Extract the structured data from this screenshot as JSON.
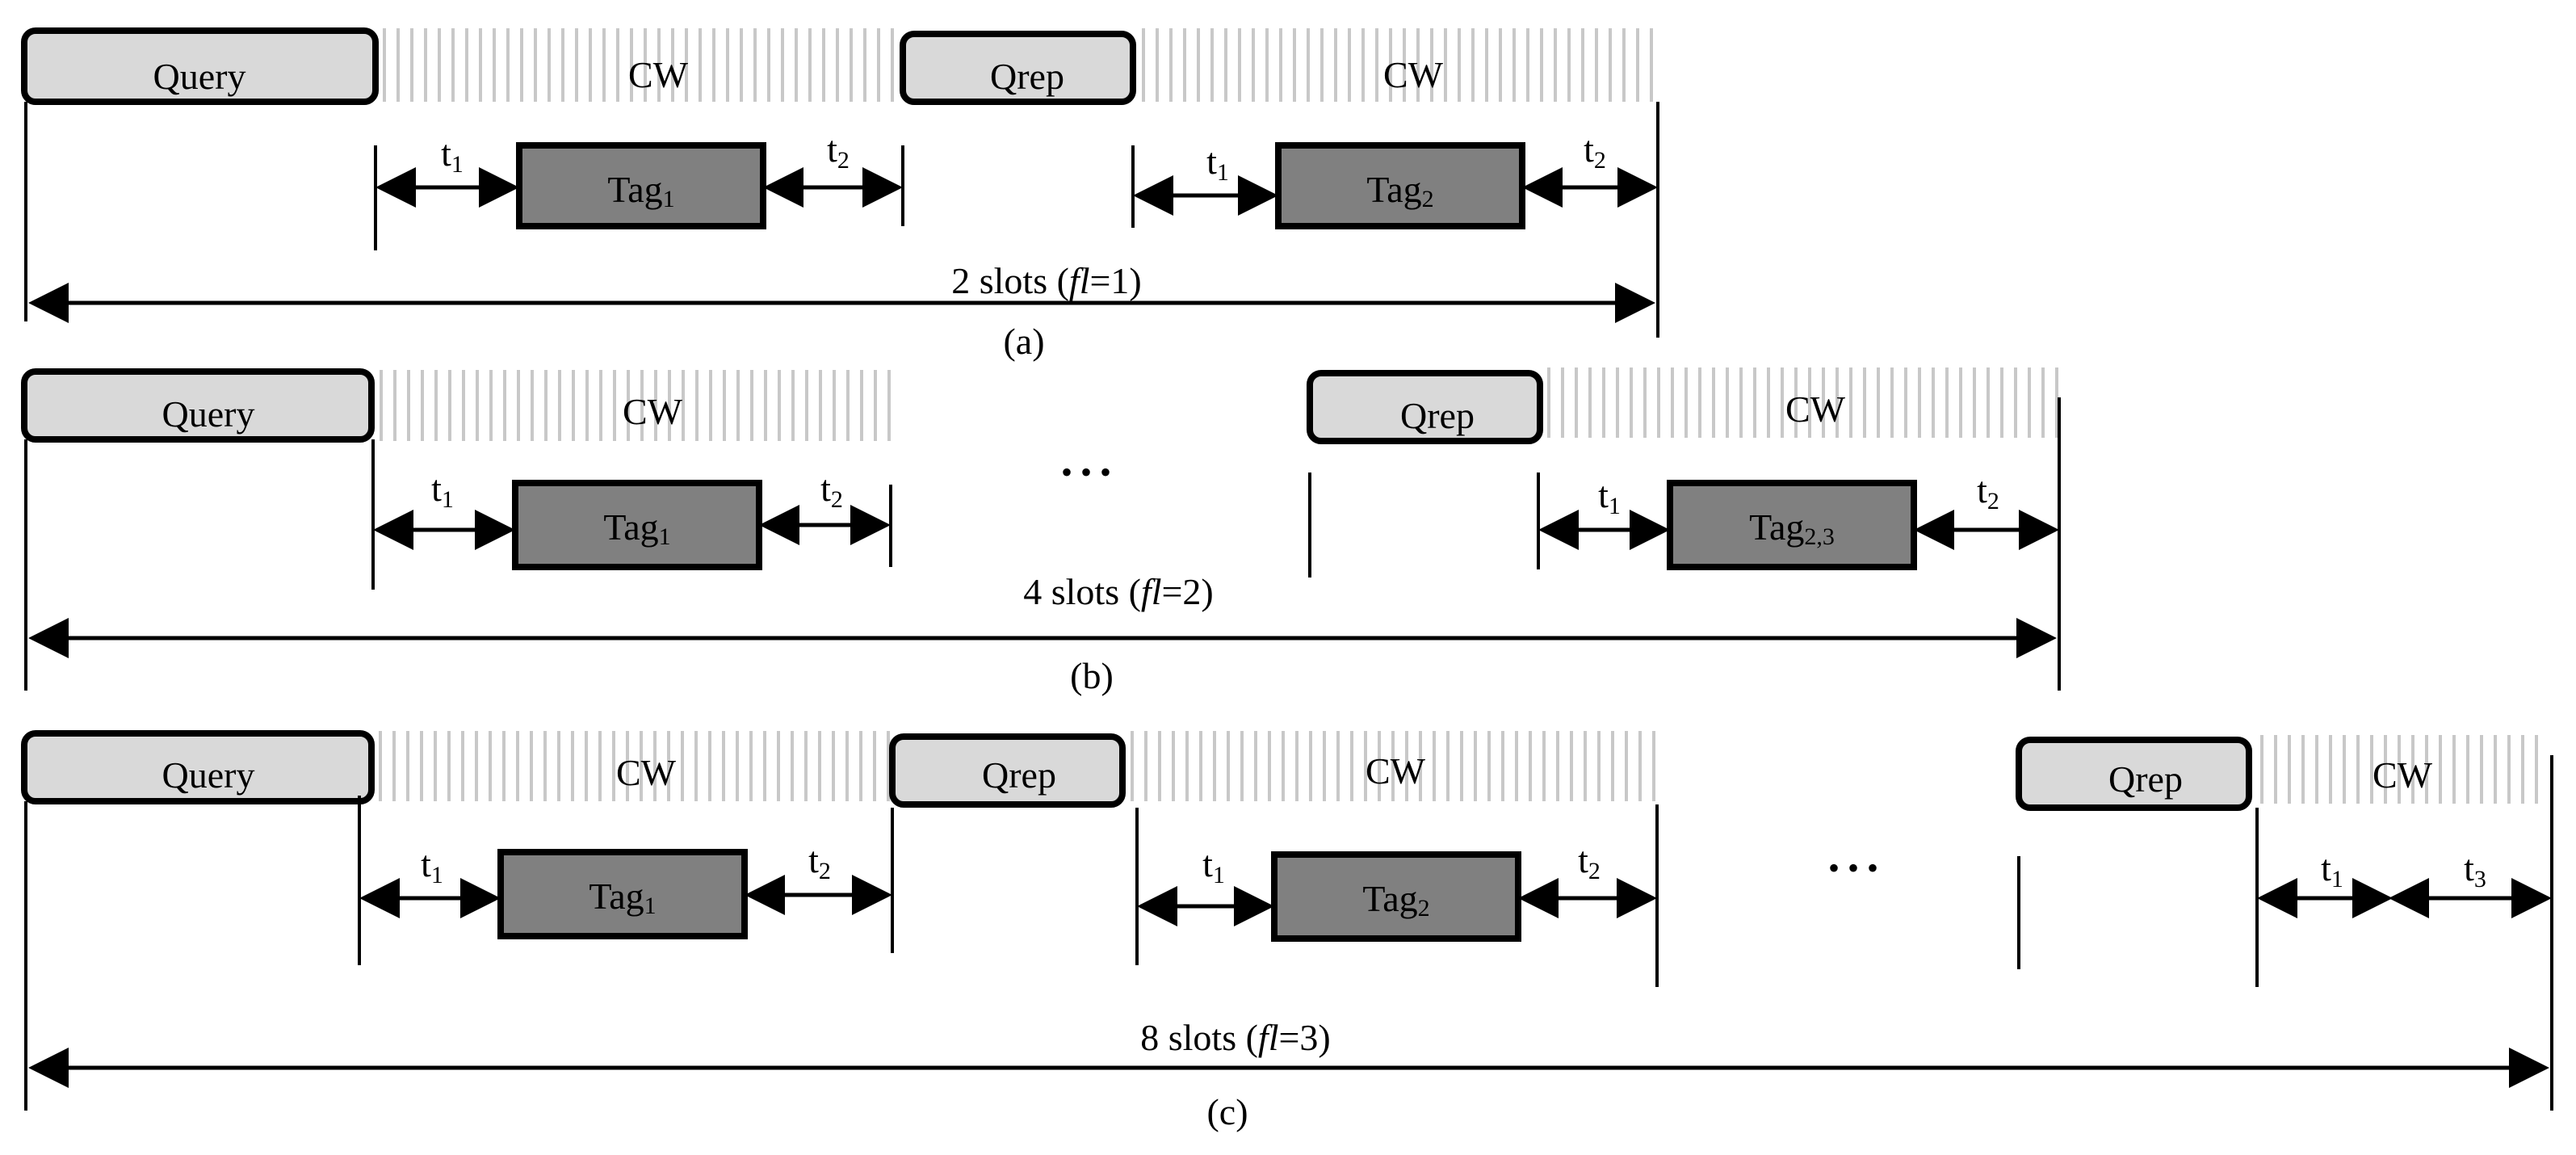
{
  "labels": {
    "query": "Query",
    "qrep": "Qrep",
    "cw": "CW",
    "tag": "Tag",
    "t1": "t",
    "t1_sub": "1",
    "t2": "t",
    "t2_sub": "2",
    "t3": "t",
    "t3_sub": "3",
    "ellipsis": "•••"
  },
  "panels": [
    {
      "id": "a",
      "caption": "(a)",
      "span_prefix": "2 slots (",
      "span_var": "fl",
      "span_suffix": "=1)",
      "tags": [
        {
          "sub": "1"
        },
        {
          "sub": "2"
        }
      ]
    },
    {
      "id": "b",
      "caption": "(b)",
      "span_prefix": "4 slots (",
      "span_var": "fl",
      "span_suffix": "=2)",
      "tags": [
        {
          "sub": "1"
        },
        {
          "sub": "2,3"
        }
      ]
    },
    {
      "id": "c",
      "caption": "(c)",
      "span_prefix": "8 slots (",
      "span_var": "fl",
      "span_suffix": "=3)",
      "tags": [
        {
          "sub": "1"
        },
        {
          "sub": "2"
        }
      ]
    }
  ],
  "colors": {
    "box_light": "#d9d9d9",
    "box_dark": "#808080",
    "hatch": "#c8c8c8"
  }
}
